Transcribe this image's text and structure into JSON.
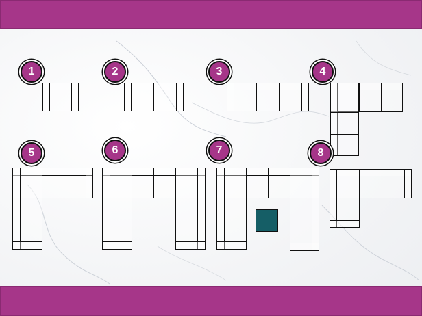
{
  "header": {},
  "footer": {},
  "colors": {
    "bar": "#a63689",
    "badge": "#a63689",
    "ottoman": "#155e66",
    "outline": "#111111"
  },
  "layouts": [
    {
      "number": "1"
    },
    {
      "number": "2"
    },
    {
      "number": "3"
    },
    {
      "number": "4"
    },
    {
      "number": "5"
    },
    {
      "number": "6"
    },
    {
      "number": "7"
    },
    {
      "number": "8"
    }
  ]
}
